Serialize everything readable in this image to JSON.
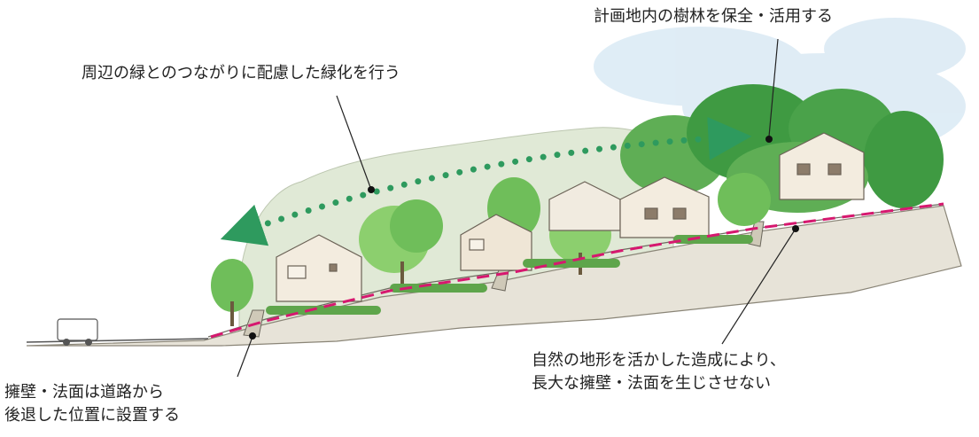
{
  "labels": {
    "preserve_trees": "計画地内の樹林を保全・活用する",
    "greening": "周辺の緑とのつながりに配慮した緑化を行う",
    "retaining_wall_line1": "擁壁・法面は道路から",
    "retaining_wall_line2": "後退した位置に設置する",
    "terrain_line1": "自然の地形を活かした造成により、",
    "terrain_line2": "長大な擁壁・法面を生じさせない"
  },
  "colors": {
    "dotted_arrow": "#2e9a5e",
    "dashed_line": "#d6186f",
    "tree_dark": "#3f9a42",
    "tree_light": "#8ccf6e",
    "sky": "#b9d6ea",
    "ground": "#e7e3d8"
  }
}
